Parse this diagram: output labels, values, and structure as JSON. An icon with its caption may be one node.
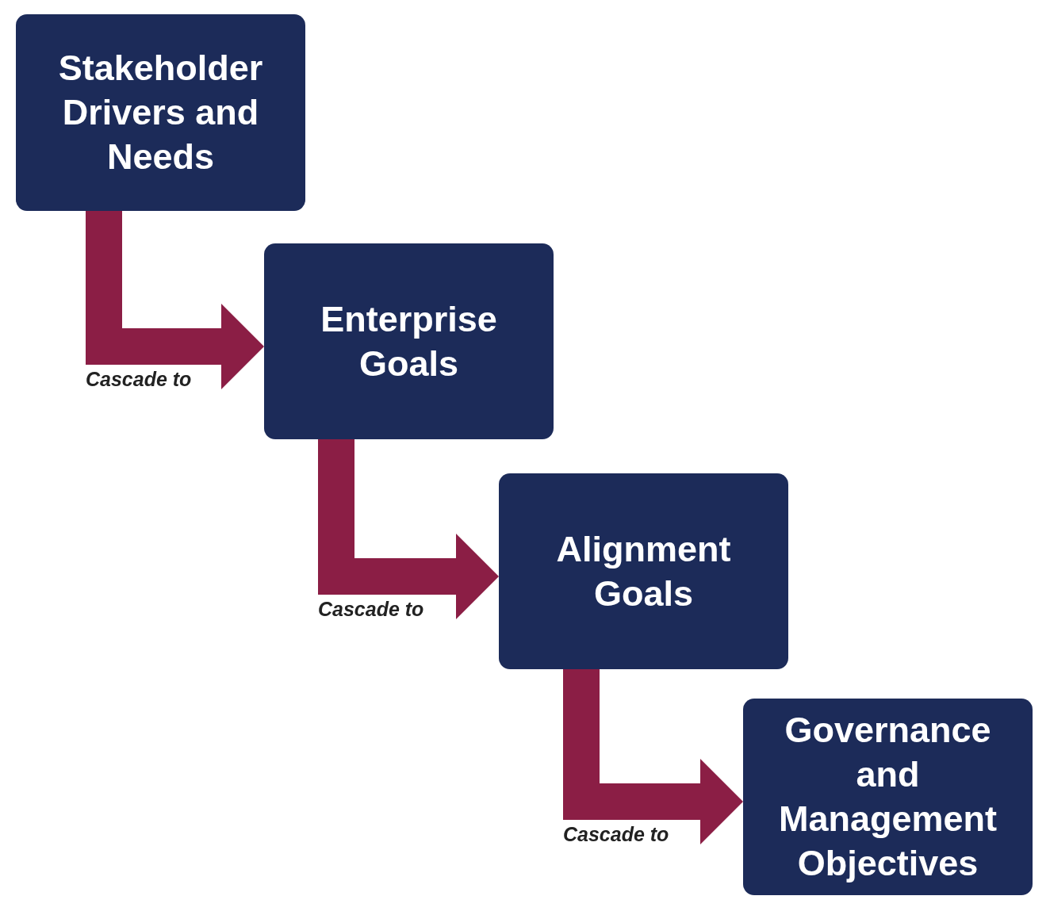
{
  "diagram": {
    "nodes": [
      {
        "text": [
          "Stakeholder Drivers and Needs"
        ]
      },
      {
        "text": [
          "Enterprise Goals"
        ]
      },
      {
        "text": [
          "Alignment Goals"
        ]
      },
      {
        "text": [
          "Governance and Management Objectives"
        ]
      }
    ],
    "edges": [
      {
        "from": 0,
        "to": 1,
        "arrow": "to",
        "label": "Cascade to"
      },
      {
        "from": 1,
        "to": 2,
        "arrow": "to",
        "label": "Cascade to"
      },
      {
        "from": 2,
        "to": 3,
        "arrow": "to",
        "label": "Cascade to"
      }
    ]
  }
}
